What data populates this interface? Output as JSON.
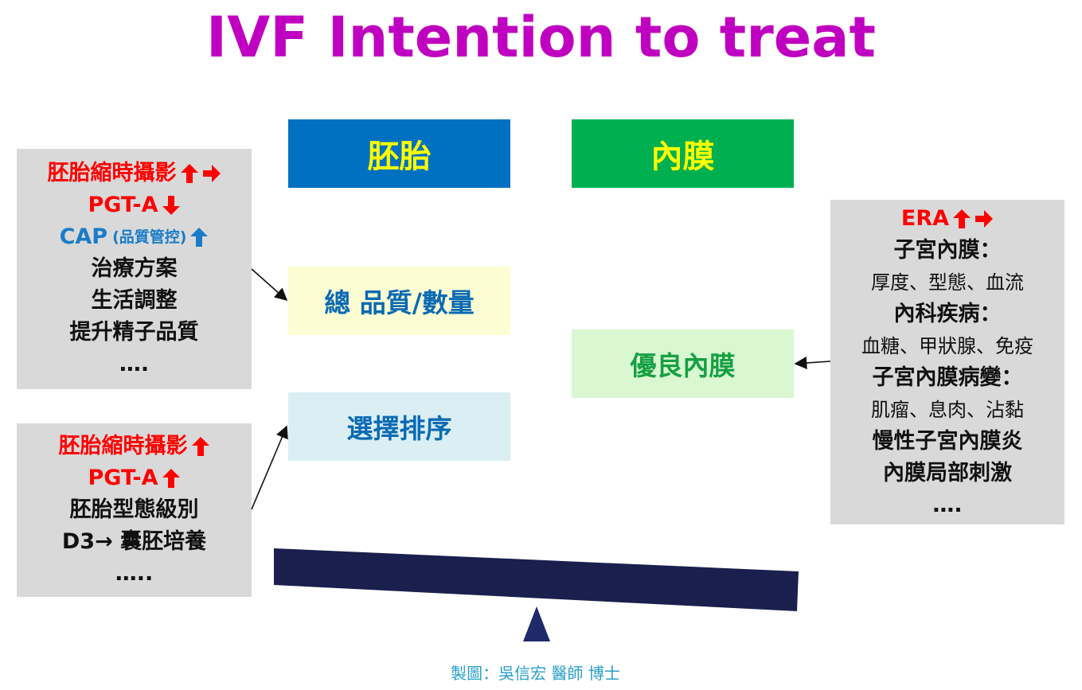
{
  "title": "IVF Intention to treat",
  "headers": {
    "embryo": "胚胎",
    "endometrium": "內膜"
  },
  "middle": {
    "quality": "總 品質/數量",
    "selection": "選擇排序",
    "good_endometrium": "優良內膜"
  },
  "left_top_box": {
    "lines": [
      {
        "text": "胚胎縮時攝影",
        "color": "#ff0000",
        "arrows": [
          "up",
          "right"
        ]
      },
      {
        "text": "PGT-A",
        "color": "#ff0000",
        "arrows": [
          "down"
        ]
      },
      {
        "text": "CAP",
        "sub": "(品質管控)",
        "color": "#1a7cc8",
        "arrows": [
          "up"
        ]
      },
      {
        "text": "治療方案",
        "color": "#111111",
        "arrows": []
      },
      {
        "text": "生活調整",
        "color": "#111111",
        "arrows": []
      },
      {
        "text": "提升精子品質",
        "color": "#111111",
        "arrows": []
      },
      {
        "text": "….",
        "color": "#111111",
        "arrows": []
      }
    ]
  },
  "left_bottom_box": {
    "lines": [
      {
        "text": "胚胎縮時攝影",
        "color": "#ff0000",
        "arrows": [
          "up"
        ]
      },
      {
        "text": "PGT-A",
        "color": "#ff0000",
        "arrows": [
          "up"
        ]
      },
      {
        "text": "胚胎型態級別",
        "color": "#111111",
        "arrows": []
      },
      {
        "text": "D3→ 囊胚培養",
        "color": "#111111",
        "arrows": []
      },
      {
        "text": "…..",
        "color": "#111111",
        "arrows": []
      }
    ]
  },
  "right_box": {
    "lines": [
      {
        "text": "ERA",
        "color": "#ff0000",
        "arrows": [
          "up",
          "right"
        ],
        "weight": "bold"
      },
      {
        "text": "子宮內膜：",
        "color": "#111111",
        "arrows": [],
        "weight": "bold"
      },
      {
        "text": "厚度、型態、血流",
        "color": "#111111",
        "arrows": [],
        "weight": "normal"
      },
      {
        "text": "內科疾病：",
        "color": "#111111",
        "arrows": [],
        "weight": "bold"
      },
      {
        "text": "血糖、甲狀腺、免疫",
        "color": "#111111",
        "arrows": [],
        "weight": "normal"
      },
      {
        "text": "子宮內膜病變：",
        "color": "#111111",
        "arrows": [],
        "weight": "bold"
      },
      {
        "text": "肌瘤、息肉、沾黏",
        "color": "#111111",
        "arrows": [],
        "weight": "normal"
      },
      {
        "text": "慢性子宮內膜炎",
        "color": "#111111",
        "arrows": [],
        "weight": "bold"
      },
      {
        "text": "內膜局部刺激",
        "color": "#111111",
        "arrows": [],
        "weight": "bold"
      },
      {
        "text": "….",
        "color": "#111111",
        "arrows": [],
        "weight": "bold"
      }
    ]
  },
  "credit": "製圖：吳信宏 醫師 博士",
  "colors": {
    "title": "#c000c0",
    "embryo_header": "#0070c0",
    "endometrium_header": "#00b050",
    "header_text": "#ffff00",
    "balance_beam": "#1a1f4d",
    "fulcrum": "#1f2a6b"
  }
}
